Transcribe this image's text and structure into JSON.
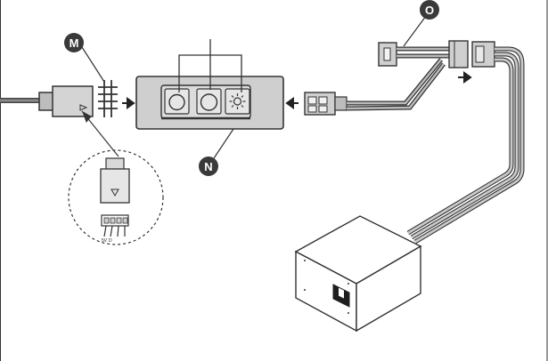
{
  "callouts": {
    "m": "M",
    "n": "N",
    "o": "O"
  },
  "pin_labels": [
    "5V",
    "D",
    "",
    ""
  ],
  "icons": {
    "controller_buttons": [
      "power-button-icon",
      "mode-button-icon",
      "brightness-button-icon"
    ],
    "arrows": [
      "arrow-right-icon",
      "arrow-left-icon",
      "arrow-right-icon"
    ]
  },
  "colors": {
    "line": "#333333",
    "fill_gray": "#cfcfcf",
    "fill_light": "#eeeeee",
    "callout_bg": "#3a3a3a"
  }
}
